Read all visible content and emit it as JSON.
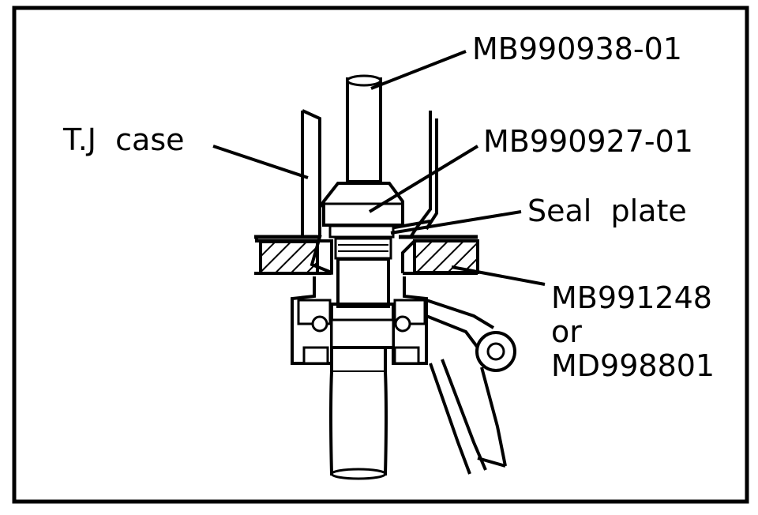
{
  "labels": {
    "tool_a": "MB990938-01",
    "tj_case": "T.J  case",
    "tool_b": "MB990927-01",
    "seal_plate": "Seal  plate",
    "tool_c_line1": "MB991248",
    "tool_c_line2": "or",
    "tool_c_line3": "MD998801"
  },
  "colors": {
    "ink": "#000000",
    "paper": "#ffffff"
  }
}
